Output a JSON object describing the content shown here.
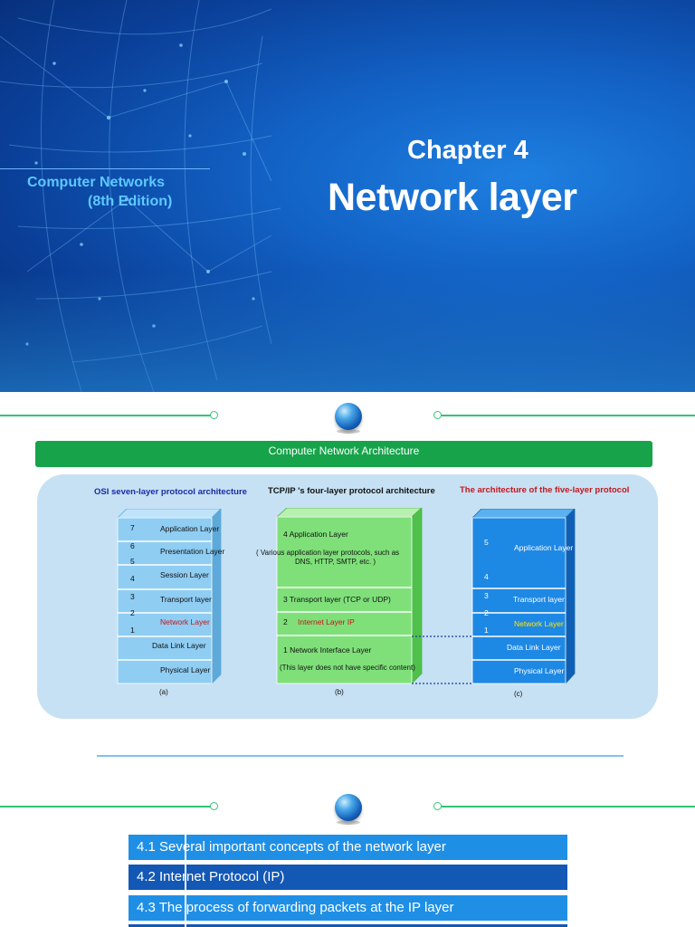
{
  "slide1": {
    "book_line1": "Computer Networks",
    "book_line2": "(8th Edition)",
    "chapter": "Chapter 4",
    "title": "Network layer"
  },
  "slide2": {
    "header": "Computer Network Architecture",
    "osi": {
      "title": "OSI seven-layer protocol architecture",
      "numbers": [
        "7",
        "6",
        "5",
        "4",
        "3",
        "2",
        "1"
      ],
      "layers": [
        "Application Layer",
        "Presentation Layer",
        "Session Layer",
        "Transport layer",
        "Network Layer",
        "Data Link Layer",
        "Physical Layer"
      ],
      "caption": "(a)"
    },
    "tcpip": {
      "title": "TCP/IP 's four-layer protocol architecture",
      "app": "4 Application Layer",
      "app_note_line1": "( Various application layer protocols, such as",
      "app_note_line2": "DNS, HTTP, SMTP, etc. )",
      "transport": "3 Transport layer (TCP or UDP)",
      "internet_num": "2",
      "internet": "Internet Layer IP",
      "netif": "1 Network Interface Layer",
      "netif_note": "(This layer does not have specific content)",
      "caption": "(b)"
    },
    "five": {
      "title": "The architecture of the five-layer protocol",
      "numbers": [
        "5",
        "4",
        "3",
        "2",
        "1"
      ],
      "layers": [
        "Application Layer",
        "Transport layer",
        "Network Layer",
        "Data Link Layer",
        "Physical Layer"
      ],
      "caption": "(c)"
    },
    "colors": {
      "osi_title": "#1a2aa8",
      "five_title": "#c4161c",
      "highlight_red": "#c4161c",
      "highlight_yellow": "#ffe600",
      "osi_face": "#8fcdf3",
      "tcp_face": "#7fe07a",
      "five_face": "#1e88e5"
    }
  },
  "slide3": {
    "items": [
      "4.1 Several important concepts of the network layer",
      "4.2 Internet Protocol (IP)",
      "4.3 The process of forwarding packets at the IP layer"
    ]
  }
}
